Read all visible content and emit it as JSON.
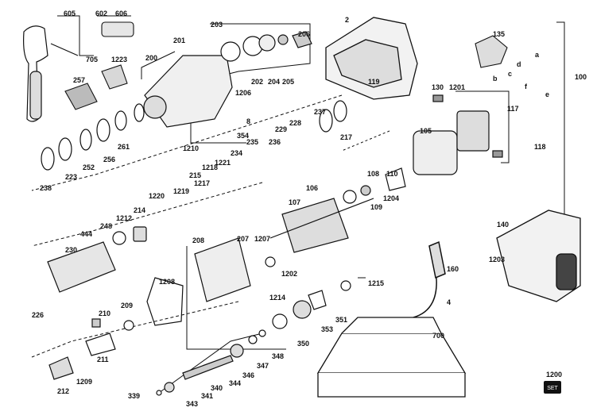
{
  "diagram": {
    "part_numbers": [
      "605",
      "602",
      "606",
      "705",
      "1223",
      "257",
      "203",
      "201",
      "206",
      "200",
      "202",
      "204",
      "205",
      "1206",
      "8",
      "2",
      "135",
      "100",
      "119",
      "130",
      "1201",
      "117",
      "118",
      "f",
      "e",
      "d",
      "c",
      "b",
      "a",
      "238",
      "261",
      "256",
      "252",
      "223",
      "1210",
      "354",
      "237",
      "228",
      "229",
      "236",
      "235",
      "234",
      "217",
      "1221",
      "1218",
      "1217",
      "215",
      "1219",
      "1220",
      "1212",
      "214",
      "248",
      "444",
      "105",
      "110",
      "108",
      "1204",
      "107",
      "106",
      "109",
      "230",
      "208",
      "207",
      "1207",
      "1202",
      "140",
      "1203",
      "160",
      "4",
      "226",
      "1208",
      "210",
      "209",
      "211",
      "1215",
      "1214",
      "351",
      "353",
      "350",
      "348",
      "347",
      "346",
      "344",
      "340",
      "341",
      "343",
      "339",
      "212",
      "1209",
      "700",
      "1200"
    ],
    "set_badge": "SET"
  }
}
